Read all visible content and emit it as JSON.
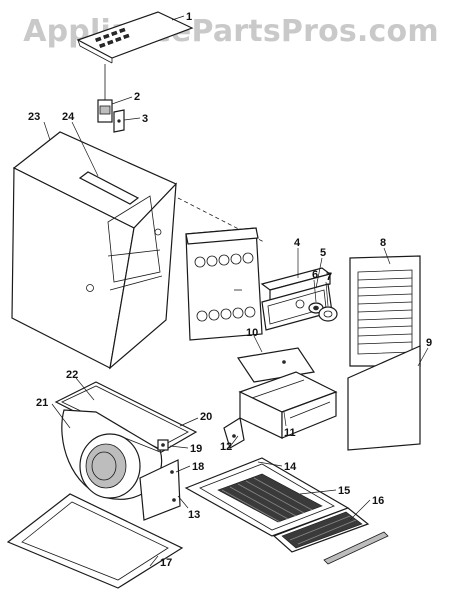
{
  "watermark": "AppliancePartsPros.com",
  "callouts": {
    "c1": "1",
    "c2": "2",
    "c3": "3",
    "c4": "4",
    "c5": "5",
    "c6": "6",
    "c7": "7",
    "c8": "8",
    "c9": "9",
    "c10": "10",
    "c11": "11",
    "c12": "12",
    "c13": "13",
    "c14": "14",
    "c15": "15",
    "c16": "16",
    "c17": "17",
    "c18": "18",
    "c19": "19",
    "c20": "20",
    "c21": "21",
    "c22": "22",
    "c23": "23",
    "c24": "24"
  },
  "colors": {
    "line": "#1a1a1a",
    "watermark": "#c9c9c9",
    "background": "#ffffff"
  }
}
